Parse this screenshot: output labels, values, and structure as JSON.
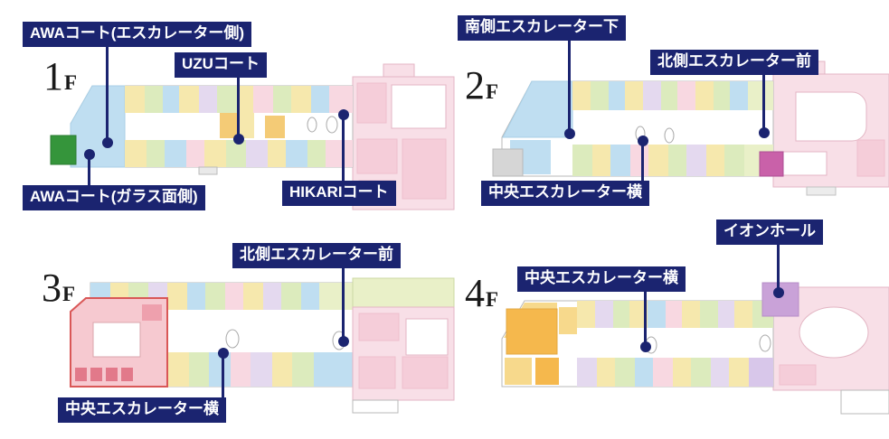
{
  "colors": {
    "label_background": "#1b2470",
    "label_text": "#ffffff",
    "connector": "#1b2470",
    "floor_number": "#1a1a1a"
  },
  "floors": [
    {
      "number": "1",
      "suffix": "F",
      "labels": {
        "awa_escalator": "AWAコート(エスカレーター側)",
        "uzu": "UZUコート",
        "awa_glass": "AWAコート(ガラス面側)",
        "hikari": "HIKARIコート"
      }
    },
    {
      "number": "2",
      "suffix": "F",
      "labels": {
        "south_escalator_below": "南側エスカレーター下",
        "north_escalator_front": "北側エスカレーター前",
        "central_escalator_side": "中央エスカレーター横"
      }
    },
    {
      "number": "3",
      "suffix": "F",
      "labels": {
        "north_escalator_front": "北側エスカレーター前",
        "central_escalator_side": "中央エスカレーター横"
      }
    },
    {
      "number": "4",
      "suffix": "F",
      "labels": {
        "ion_hall": "イオンホール",
        "central_escalator_side": "中央エスカレーター横"
      }
    }
  ]
}
